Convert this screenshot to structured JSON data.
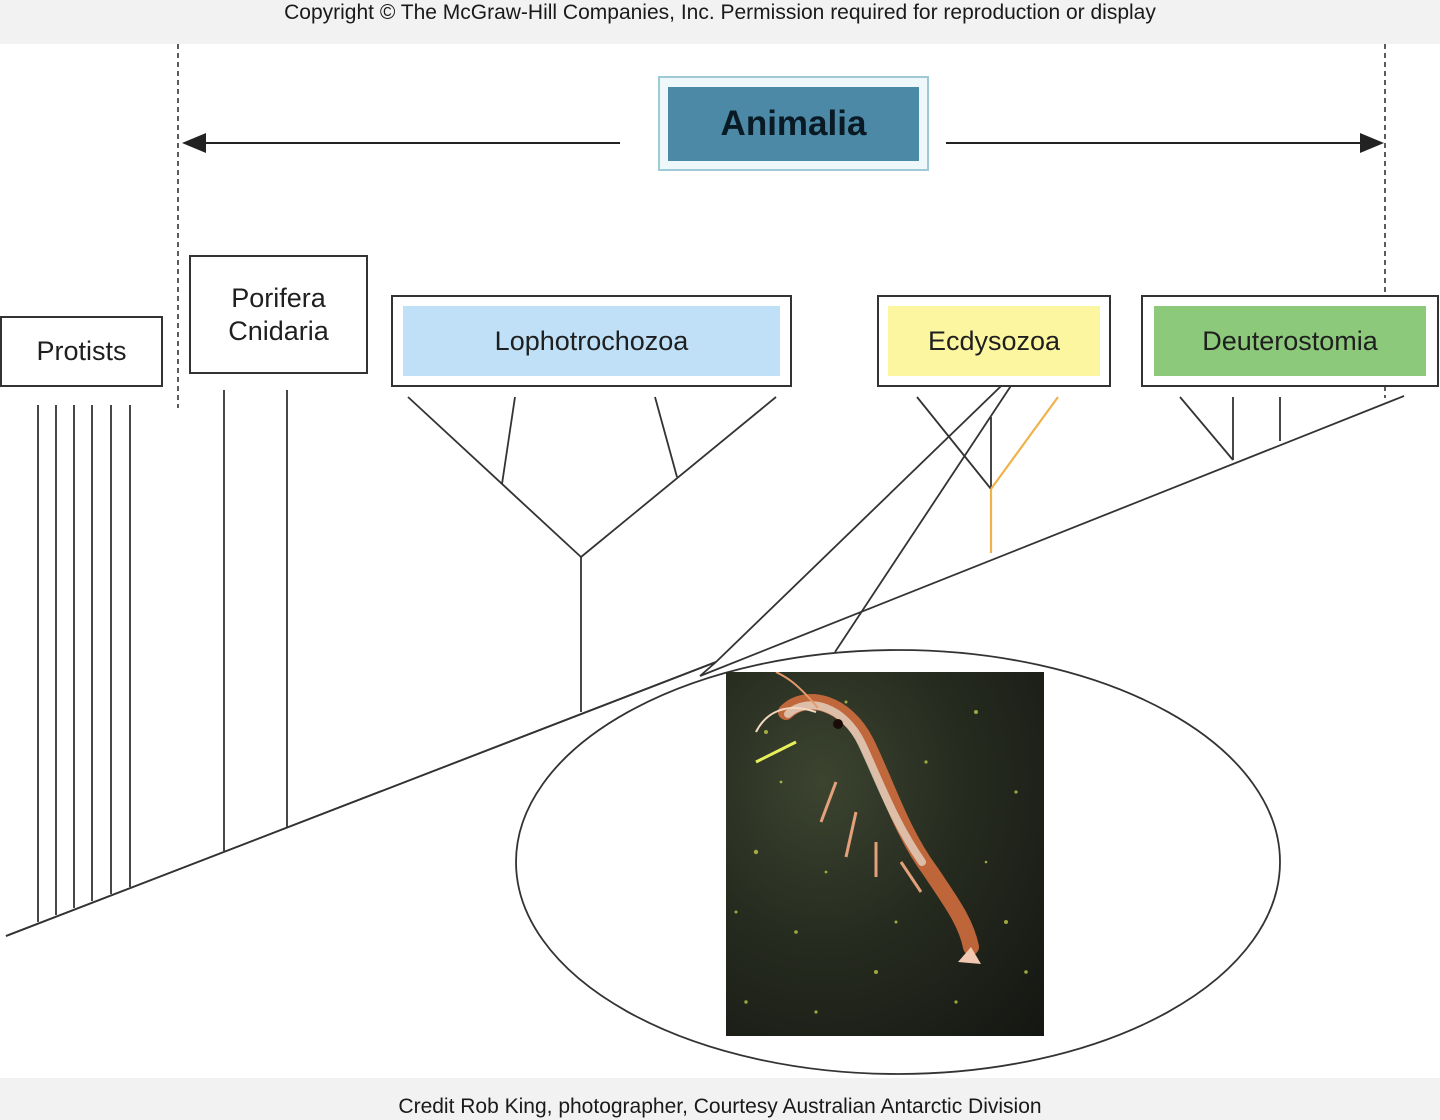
{
  "header": {
    "copyright": "Copyright © The McGraw-Hill Companies, Inc. Permission required for reproduction or display"
  },
  "kingdom": {
    "label": "Animalia",
    "color": "#4b89a6"
  },
  "groups": {
    "protists": "Protists",
    "porifera_line1": "Porifera",
    "porifera_line2": "Cnidaria",
    "lophotrochozoa": {
      "label": "Lophotrochozoa",
      "color": "#bfe0f7"
    },
    "ecdysozoa": {
      "label": "Ecdysozoa",
      "color": "#fdf6a0"
    },
    "deuterostomia": {
      "label": "Deuterostomia",
      "color": "#8dc97a"
    }
  },
  "highlight_branch_color": "#f0b24a",
  "photo": {
    "subject": "krill-photo"
  },
  "footer": {
    "credit": "Credit Rob King, photographer, Courtesy Australian Antarctic Division"
  }
}
